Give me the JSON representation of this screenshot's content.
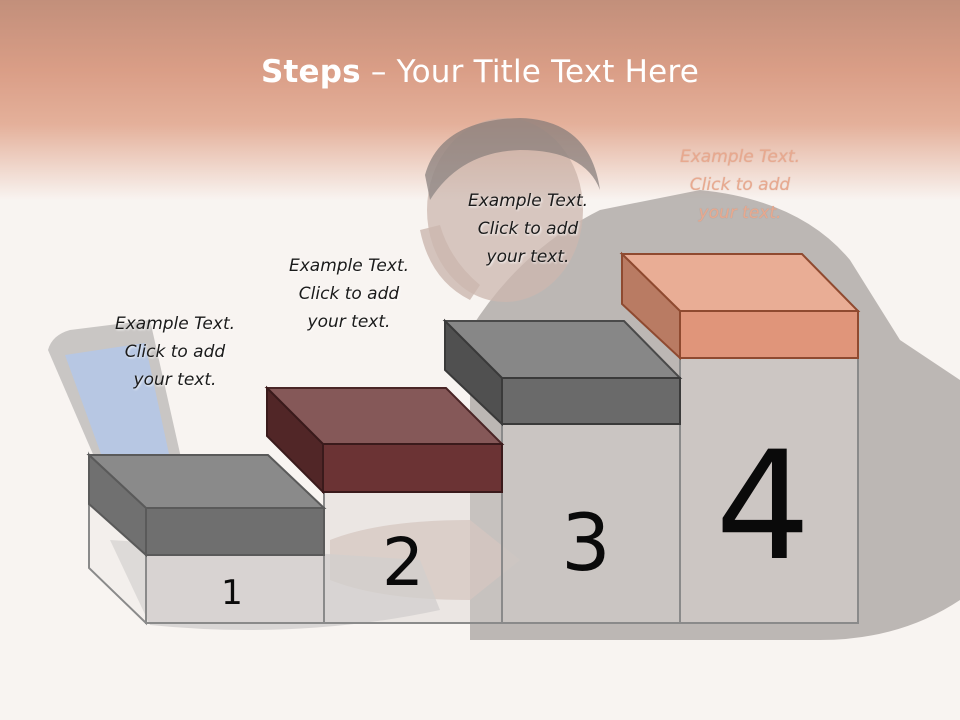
{
  "title": {
    "bold": "Steps",
    "rest": " – Your Title Text Here"
  },
  "steps": [
    {
      "number": "1",
      "lines": [
        "Example Text.",
        "Click  to add",
        "your text."
      ]
    },
    {
      "number": "2",
      "lines": [
        "Example Text.",
        "Click  to add",
        "your text."
      ]
    },
    {
      "number": "3",
      "lines": [
        "Example Text.",
        "Click  to add",
        "your text."
      ]
    },
    {
      "number": "4",
      "lines": [
        "Example Text.",
        "Click  to add",
        "your text."
      ]
    }
  ],
  "colors": {
    "header": "#c9704e",
    "step1_block": "#6f6f6f",
    "step2_block": "#6b3334",
    "step3_block": "#6a6a6a",
    "step4_block": "#e0957a",
    "column_fill": "#cdc8c4"
  },
  "icons": [
    "person-photo",
    "laptop-photo"
  ]
}
